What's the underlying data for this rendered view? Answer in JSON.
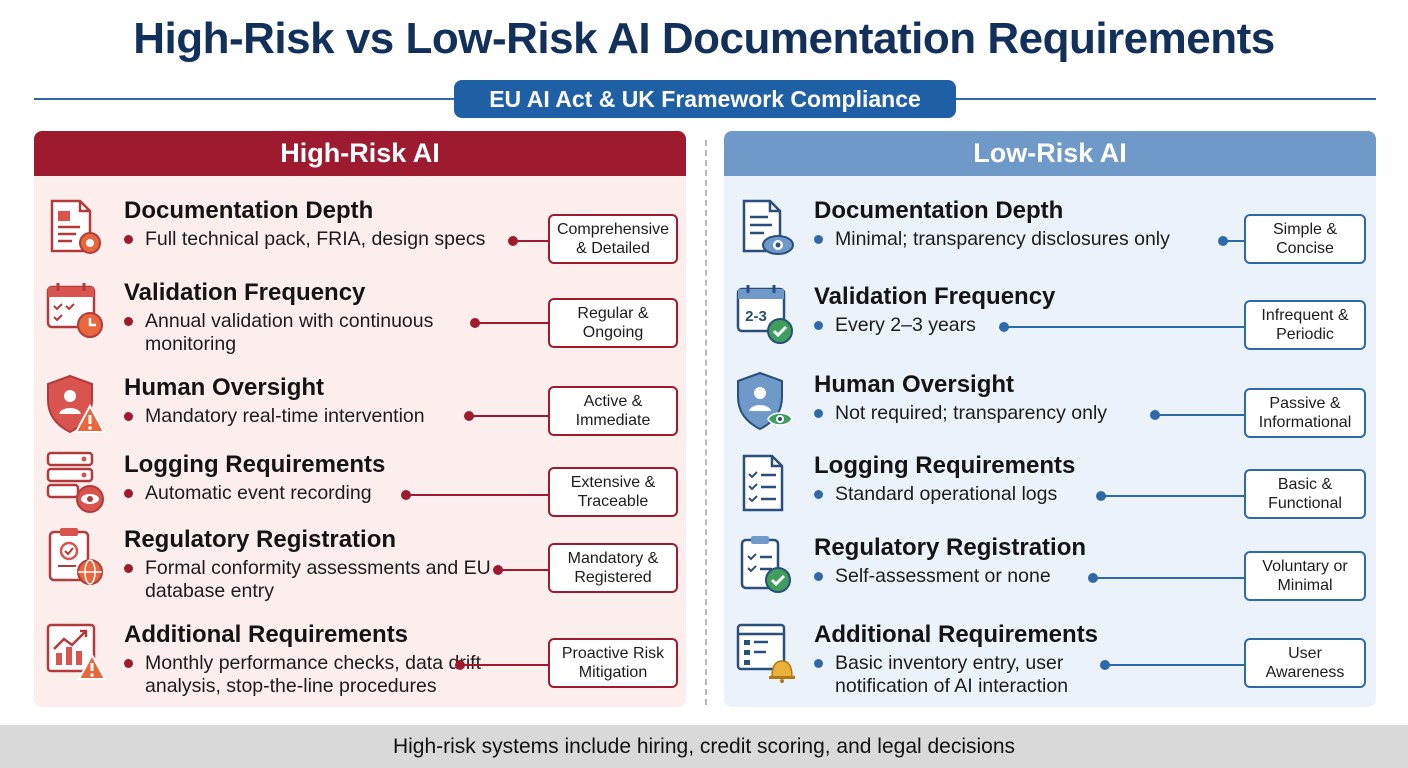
{
  "title": "High-Risk vs Low-Risk AI Documentation Requirements",
  "subtitle": "EU AI Act & UK Framework Compliance",
  "high": {
    "header": "High-Risk AI",
    "rows": [
      {
        "icon": "document-gear-icon",
        "title": "Documentation Depth",
        "desc": "Full technical pack, FRIA, design specs",
        "badge": "Comprehensive & Detailed"
      },
      {
        "icon": "calendar-check-icon",
        "title": "Validation Frequency",
        "desc": "Annual validation with continuous monitoring",
        "badge": "Regular & Ongoing"
      },
      {
        "icon": "shield-warning-icon",
        "title": "Human Oversight",
        "desc": "Mandatory real-time intervention",
        "badge": "Active & Immediate"
      },
      {
        "icon": "server-eye-icon",
        "title": "Logging Requirements",
        "desc": "Automatic event recording",
        "badge": "Extensive & Traceable"
      },
      {
        "icon": "clipboard-globe-icon",
        "title": "Regulatory Registration",
        "desc": "Formal conformity assessments and EU database entry",
        "badge": "Mandatory & Registered"
      },
      {
        "icon": "chart-warning-icon",
        "title": "Additional Requirements",
        "desc": "Monthly performance checks, data drift analysis, stop-the-line procedures",
        "badge": "Proactive Risk Mitigation"
      }
    ]
  },
  "low": {
    "header": "Low-Risk AI",
    "rows": [
      {
        "icon": "document-eye-icon",
        "title": "Documentation Depth",
        "desc": "Minimal; transparency disclosures only",
        "badge": "Simple & Concise"
      },
      {
        "icon": "calendar-check-icon",
        "title": "Validation Frequency",
        "desc": "Every 2–3 years",
        "badge": "Infrequent & Periodic",
        "icon_text": "2-3"
      },
      {
        "icon": "shield-eye-icon",
        "title": "Human Oversight",
        "desc": "Not required; transparency only",
        "badge": "Passive & Informational"
      },
      {
        "icon": "checklist-document-icon",
        "title": "Logging Requirements",
        "desc": "Standard operational logs",
        "badge": "Basic & Functional"
      },
      {
        "icon": "clipboard-check-icon",
        "title": "Regulatory Registration",
        "desc": "Self-assessment or none",
        "badge": "Voluntary or Minimal"
      },
      {
        "icon": "window-bell-icon",
        "title": "Additional Requirements",
        "desc": "Basic inventory entry, user notification of AI interaction",
        "badge": "User Awareness"
      }
    ]
  },
  "footer": "High-risk systems include hiring, credit scoring, and legal decisions",
  "colors": {
    "high_accent": "#9e1b2f",
    "low_accent": "#2f6aa8",
    "title": "#12315a",
    "subtitle_bg": "#1f5fa6",
    "high_bg": "#fdeeee",
    "low_bg": "#ecf2fa"
  }
}
